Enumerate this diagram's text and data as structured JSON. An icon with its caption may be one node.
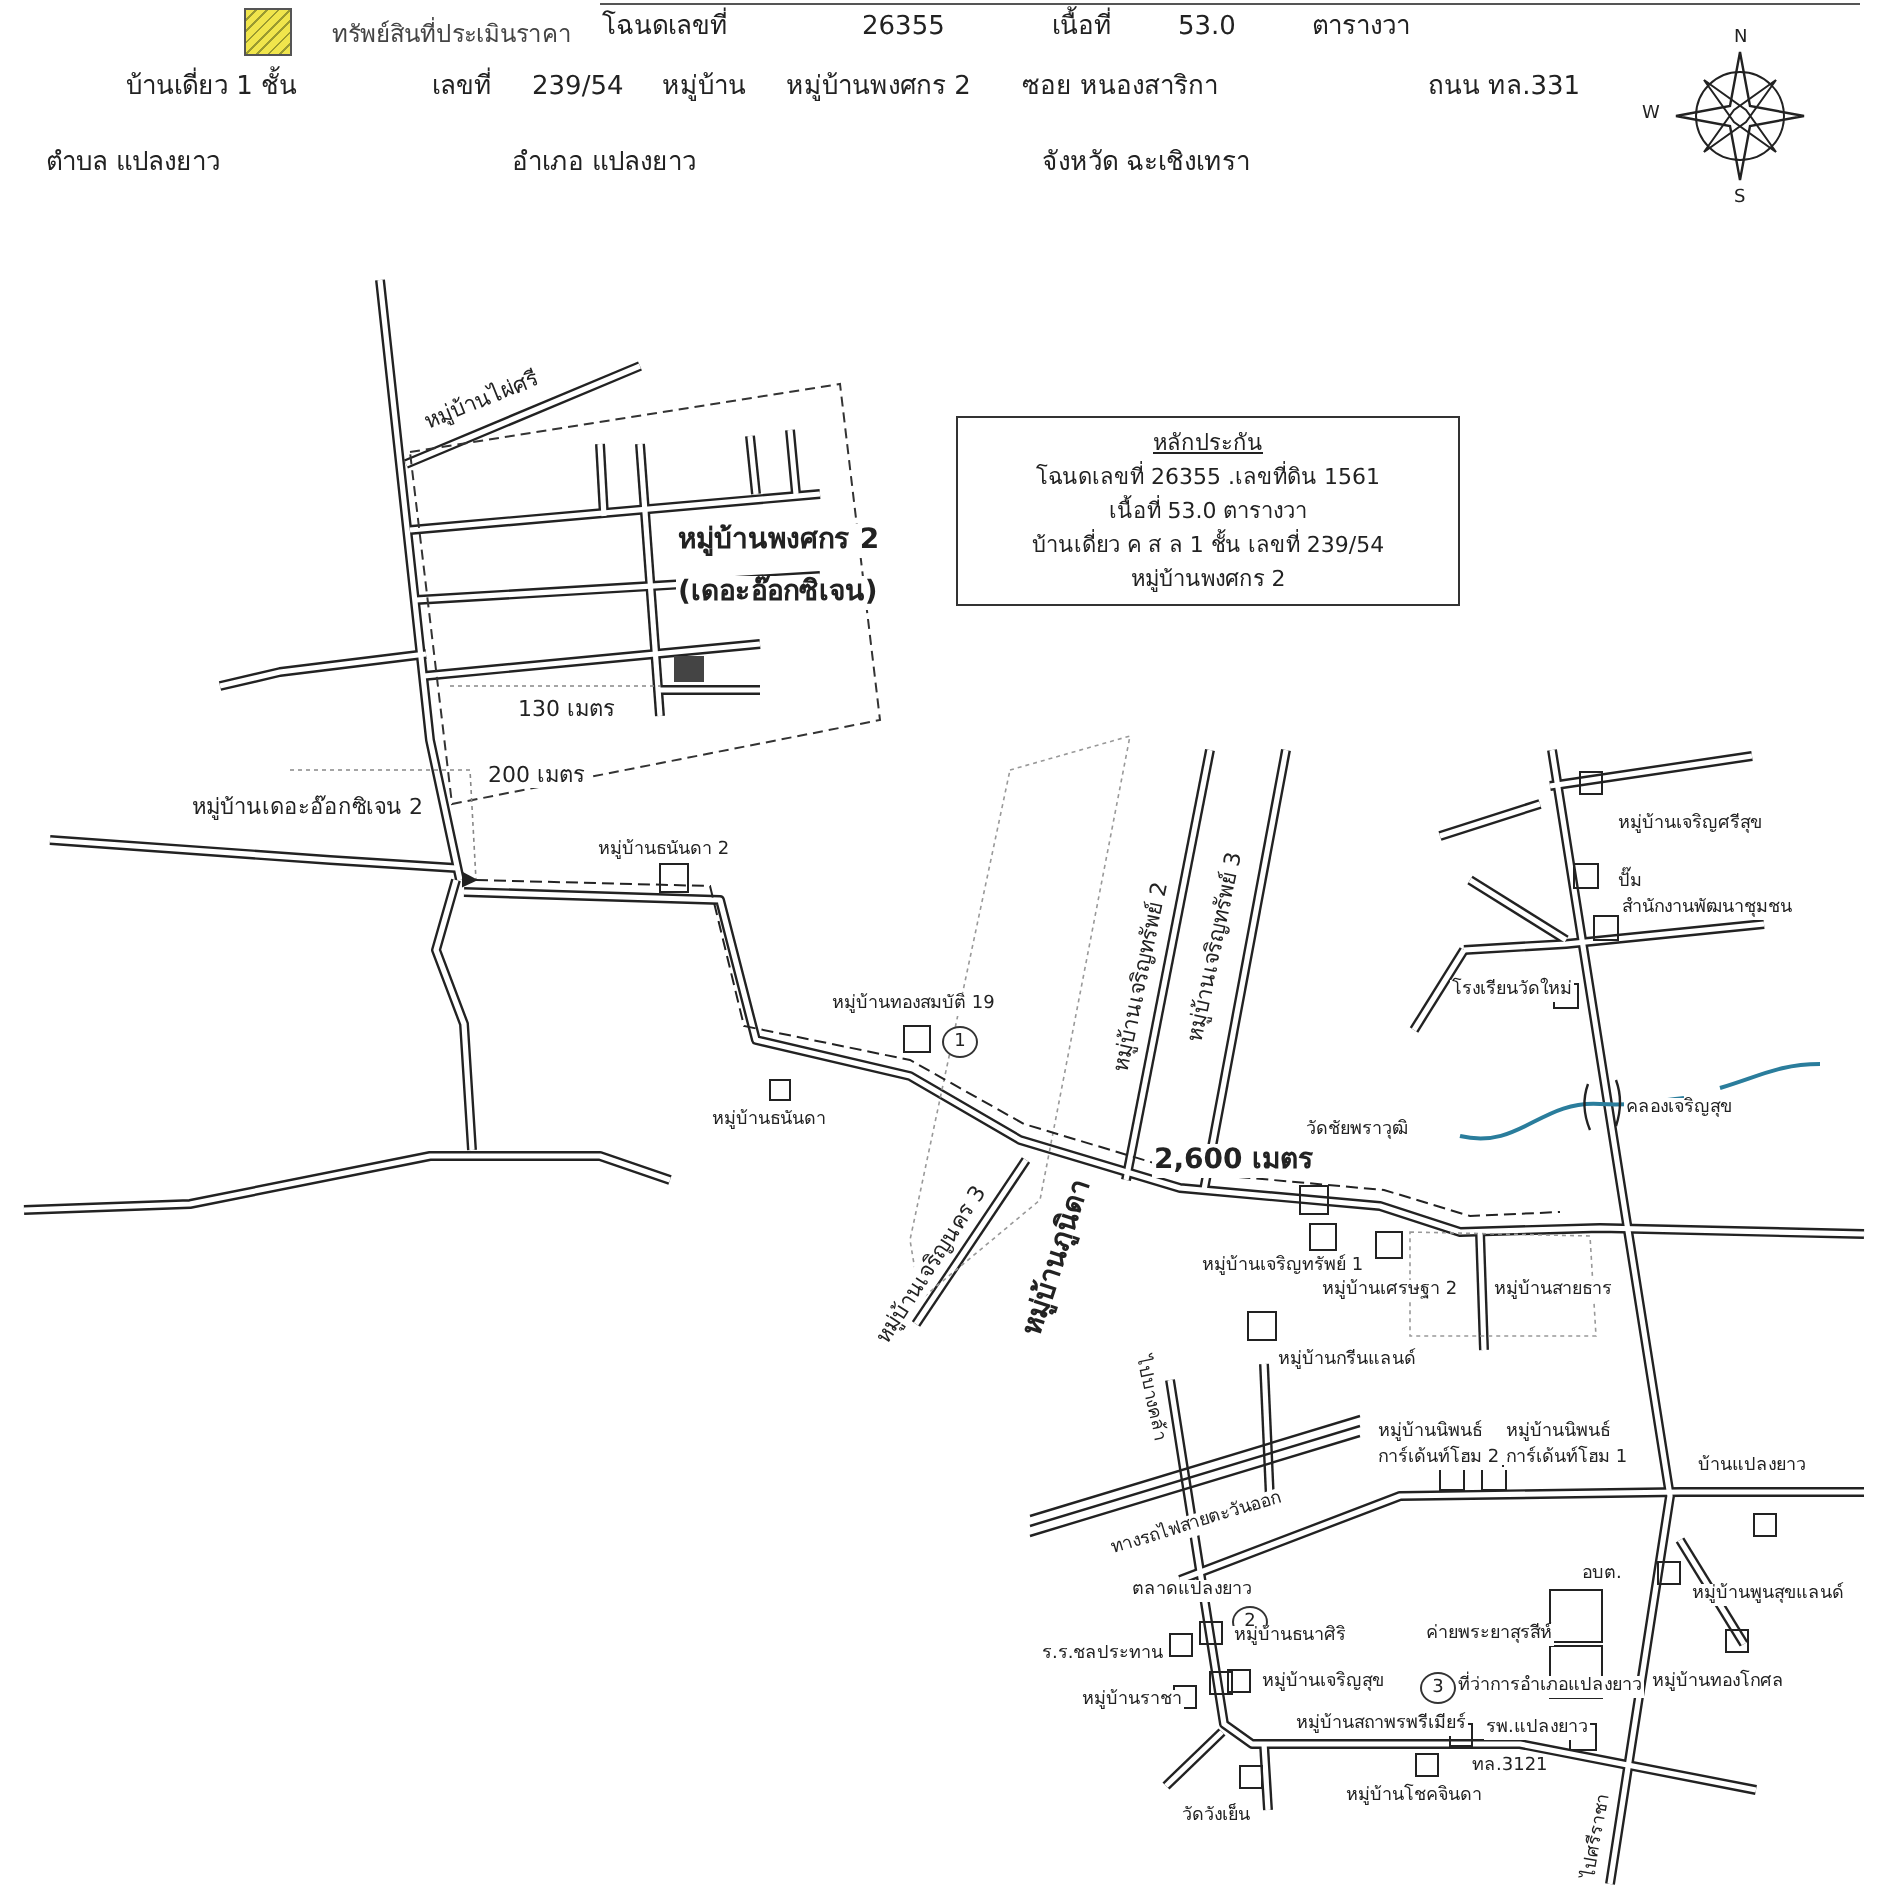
{
  "diagram": {
    "nodes": [
      {
        "text": [
          "หลักประกัน",
          "โฉนดเลขที่ 26355 .เลขที่ดิน 1561",
          "เนื้อที่ 53.0 ตารางวา",
          "บ้านเดี่ยว ค ส ล 1 ชั้น เลขที่ 239/54",
          "หมู่บ้านพงศกร 2"
        ]
      }
    ],
    "labels": [
      "โฉนดเลขที่",
      "26355",
      "เนื้อที่",
      "53.0",
      "ตารางวา",
      "บ้านเดี่ยว 1 ชั้น",
      "เลขที่",
      "239/54",
      "หมู่บ้าน",
      "หมู่บ้านพงศกร 2",
      "ซอย หนองสาริกา",
      "ถนน ทล.331",
      "ตำบล แปลงยาว",
      "อำเภอ แปลงยาว",
      "จังหวัด ฉะเชิงเทรา",
      "N",
      "W",
      "S",
      "หมู่บ้านไผ่ศรี",
      "หมู่บ้านพงศกร 2",
      "(เดอะอ๊อกซิเจน)",
      "130 เมตร",
      "200 เมตร",
      "หมู่บ้านเดอะอ๊อกซิเจน 2",
      "หมู่บ้านธนันดา 2",
      "หมู่บ้านทองสมบัติ 19",
      "1",
      "หมู่บ้านธนันดา",
      "หมู่บ้านเจริญทรัพย์ 2",
      "หมู่บ้านเจริญทรัพย์ 3",
      "หมู่บ้านเจริญนคร 3",
      "หมู่บ้านภูนิดา",
      "2,600 เมตร",
      "วัดชัยพราวุฒิ",
      "คลองเจริญสุข",
      "หมู่บ้านเจริญทรัพย์ 1",
      "หมู่บ้านเศรษฐา 2",
      "หมู่บ้านสายธาร",
      "หมู่บ้านกรีนแลนด์",
      "หมู่บ้านเจริญศรีสุข",
      "ปั๊ม",
      "สำนักงานพัฒนาชุมชน",
      "โรงเรียนวัดใหม่",
      "ทางรถไฟสายตะวันออก",
      "ไปบางคล้า",
      "หมู่บ้านนิพนธ์",
      "การ์เด้นท์โฮม 2",
      "หมู่บ้านนิพนธ์",
      "การ์เด้นท์โฮม 1",
      "บ้านแปลงยาว",
      "หมู่บ้านพูนสุขแลนด์",
      "อบต.",
      "ตลาดแปลงยาว",
      "2",
      "หมู่บ้านธนาศิริ",
      "หมู่บ้านเจริญสุข",
      "ร.ร.ชลประทาน",
      "หมู่บ้านราชา",
      "ค่ายพระยาสุรสีห์",
      "หมู่บ้านทองโกศล",
      "3",
      "ที่ว่าการอำเภอแปลงยาว",
      "หมู่บ้านสถาพรพรีเมียร์",
      "ทล.3121",
      "รพ.แปลงยาว",
      "หมู่บ้านโชคจินดา",
      "วัดวังเย็น",
      "ไปศรีราชา"
    ],
    "legend": [
      {
        "text": "ทรัพย์สินที่ประเมินราคา",
        "color": "#f0e54c"
      }
    ]
  }
}
